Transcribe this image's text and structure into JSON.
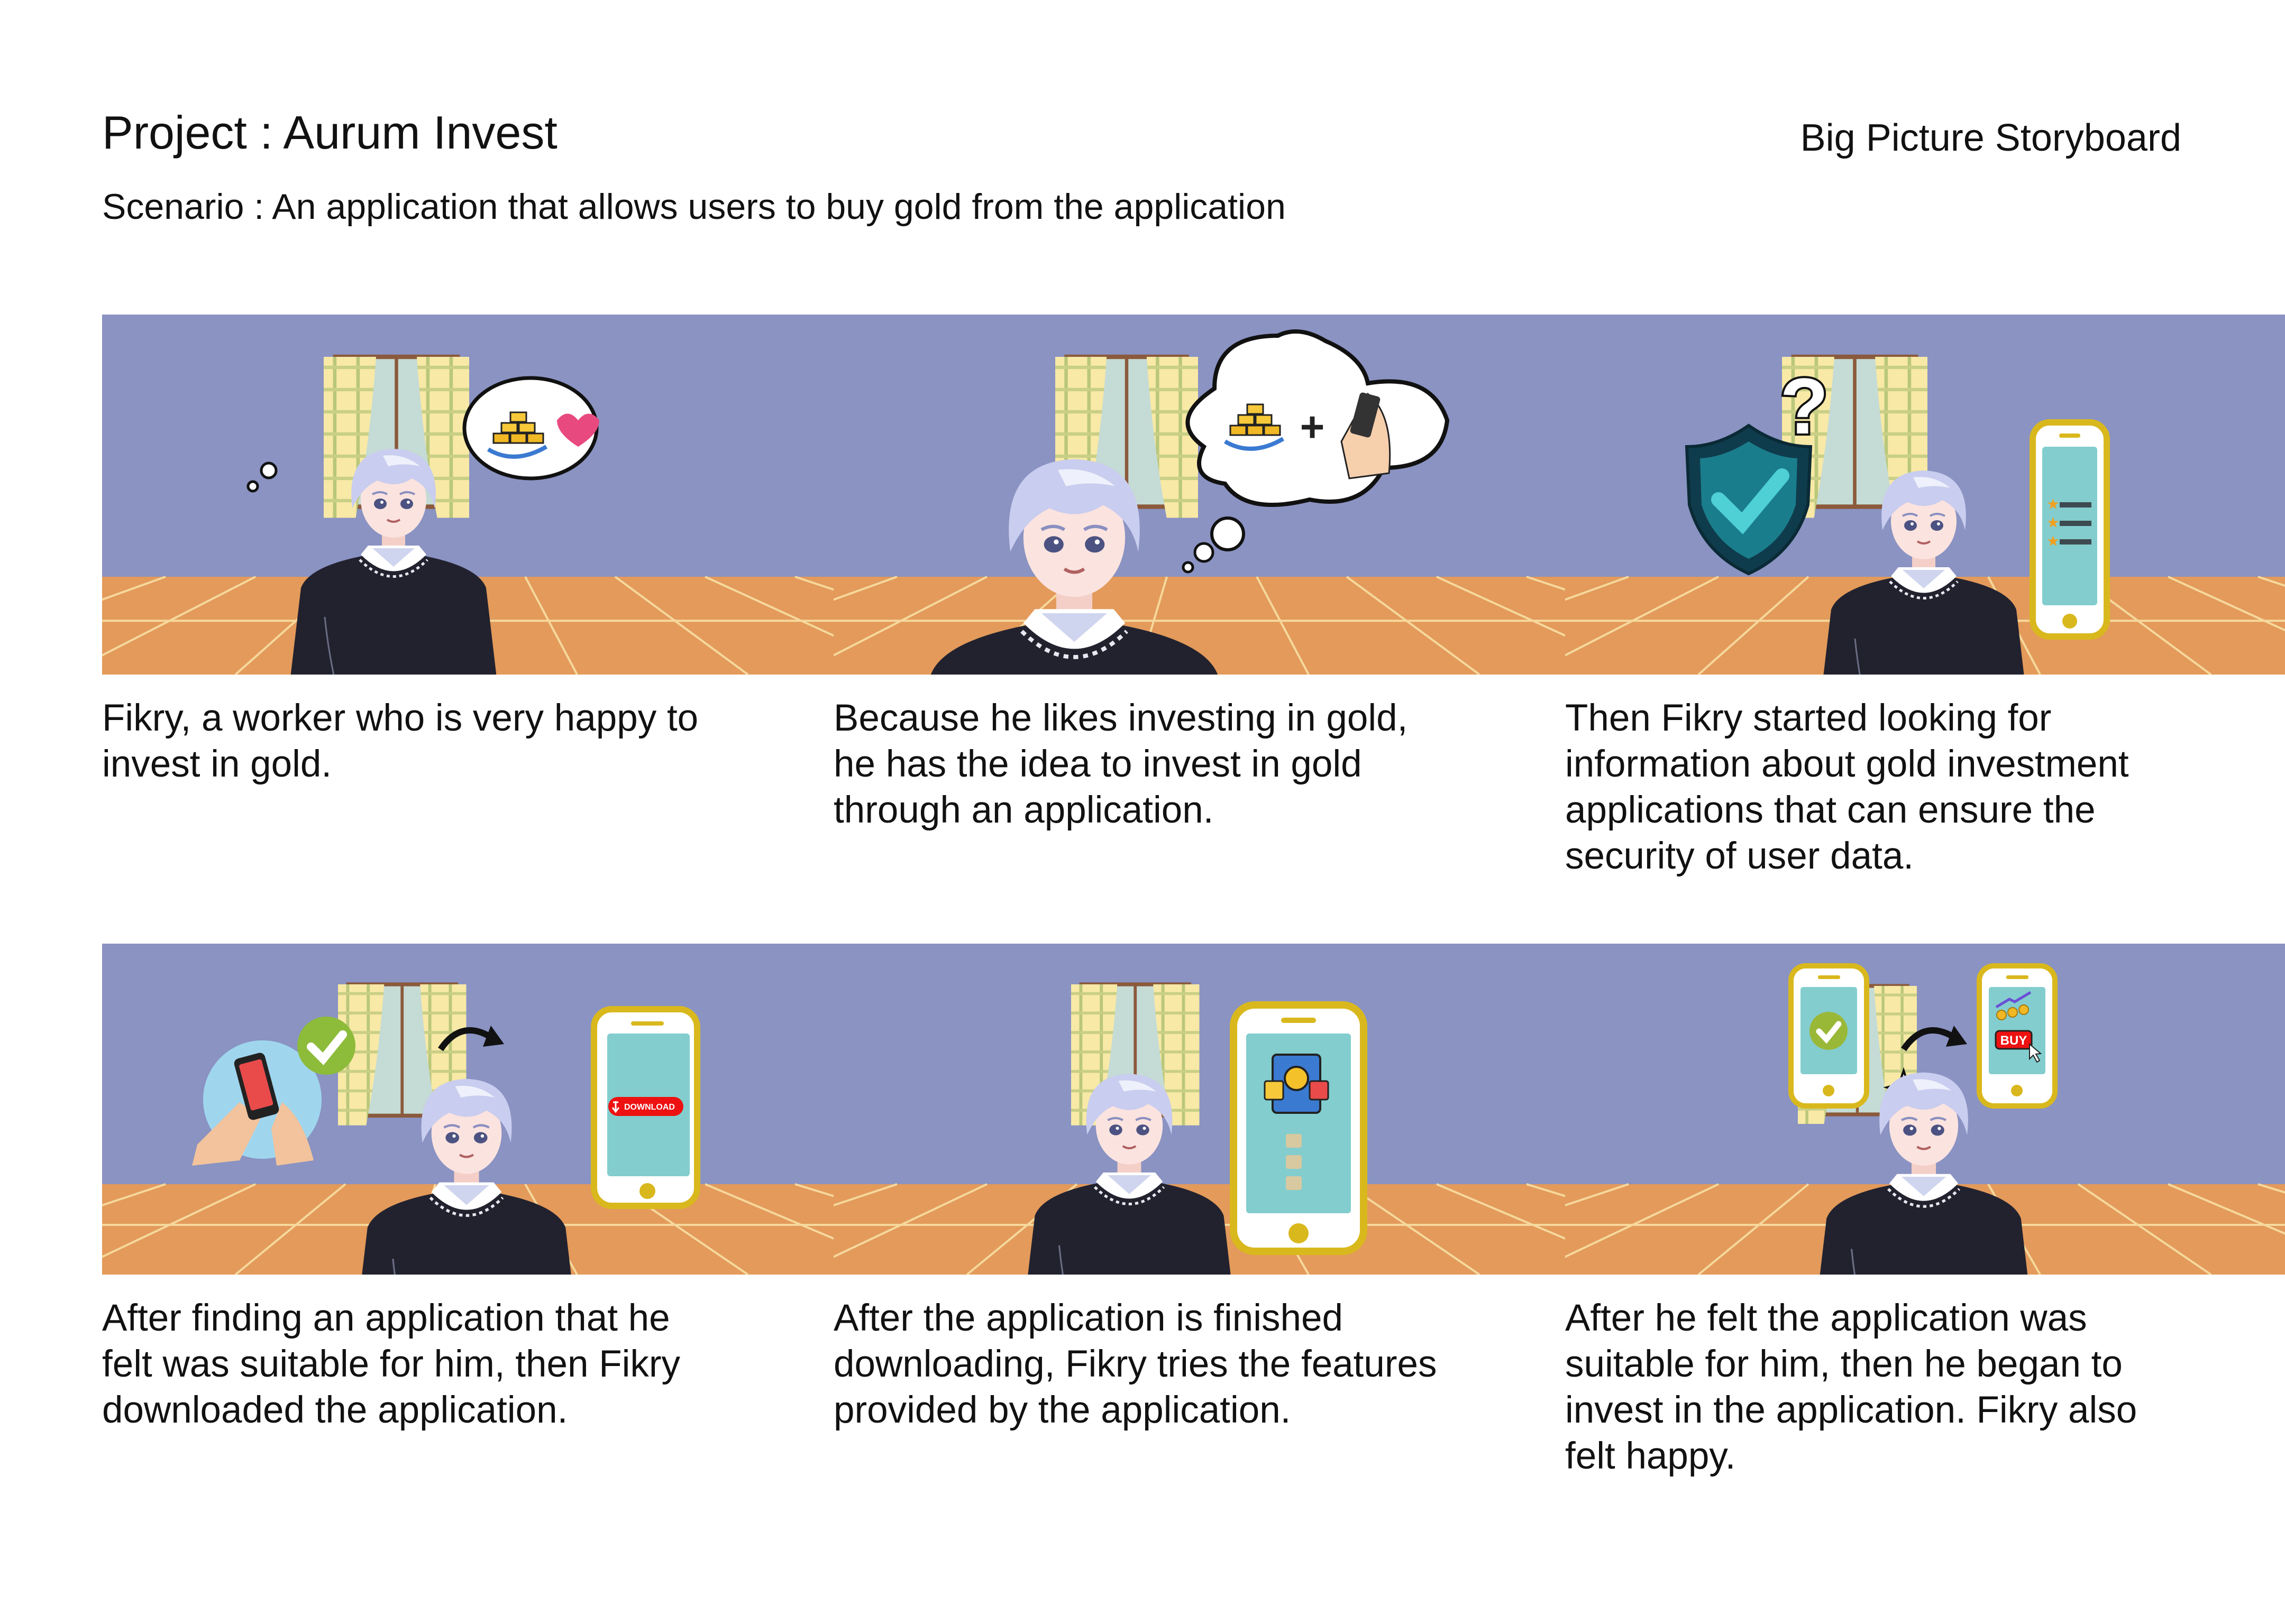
{
  "header": {
    "project_title": "Project : Aurum Invest",
    "scenario": "Scenario : An application that allows users to buy gold from the application",
    "storyboard_label": "Big Picture Storyboard"
  },
  "colors": {
    "wall": "#8a93c2",
    "floor": "#e39a5a",
    "floor_lines": "#f6d89c",
    "phone_frame": "#d9b81d",
    "phone_screen": "#83cdce",
    "sweater": "#22222f",
    "hair": "#c9cdef",
    "button_red": "#ee1111"
  },
  "panels": [
    {
      "caption_lines": [
        "Fikry, a worker who is very happy to",
        "invest in gold."
      ]
    },
    {
      "caption_lines": [
        "Because he likes investing in gold,",
        "he has the idea to invest in gold",
        "through an application."
      ],
      "thought_plus": "+"
    },
    {
      "caption_lines": [
        "Then Fikry started looking for",
        "information about gold investment",
        "applications that can ensure the",
        "security of user data."
      ],
      "question_mark": "?"
    },
    {
      "caption_lines": [
        "After finding an application that he",
        "felt was suitable for him, then Fikry",
        "downloaded the application."
      ],
      "button_label": "DOWNLOAD"
    },
    {
      "caption_lines": [
        "After the application is finished",
        "downloading, Fikry tries the features",
        "provided by the application."
      ]
    },
    {
      "caption_lines": [
        "After he felt the application was",
        "suitable for him, then he began to",
        "invest in the application. Fikry also",
        "felt happy."
      ],
      "button_label": "BUY"
    }
  ]
}
